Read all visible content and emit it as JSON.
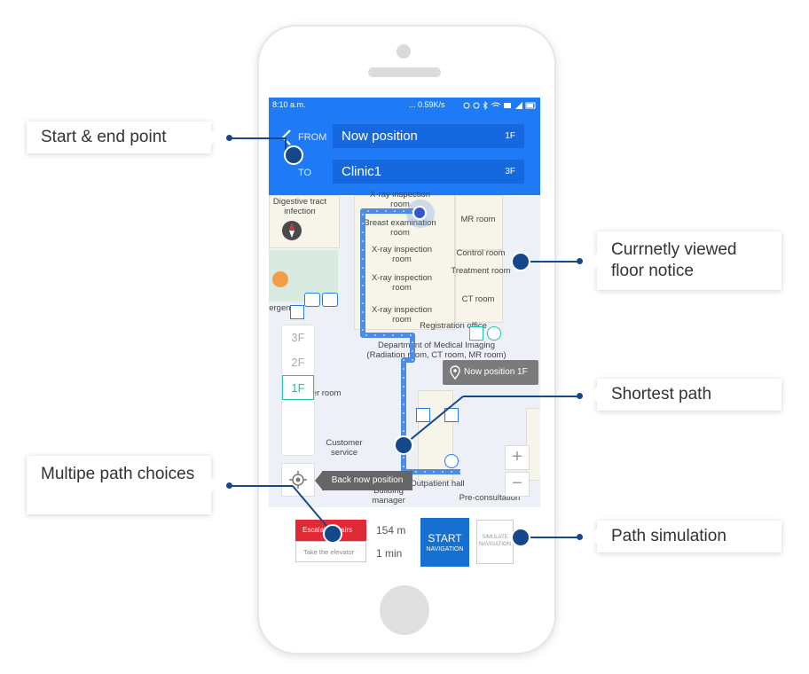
{
  "status_bar": {
    "time": "8:10 a.m.",
    "network": "... 0.59K/s",
    "icons": "signal-wifi-battery-icons"
  },
  "route": {
    "from_label": "FROM",
    "to_label": "TO",
    "from_value": "Now position",
    "from_floor": "1F",
    "to_value": "Clinic1",
    "to_floor": "3F"
  },
  "map": {
    "rooms": [
      "Digestive tract",
      "infection",
      "X-ray inspection",
      "room",
      "Breast examination",
      "room",
      "MR room",
      "X-ray inspection",
      "room",
      "Control room",
      "Treatment room",
      "X-ray inspection",
      "room",
      "CT room",
      "X-ray inspection",
      "room",
      "Registration office",
      "Emergency",
      "Department of Medical Imaging",
      "(Radiation room, CT room, MR room)",
      "Locker room",
      "Customer",
      "service",
      "Outpatient hall",
      "Building",
      "manager",
      "Pre-consultation"
    ],
    "floor_notice": "Now position 1F",
    "floors": [
      "3F",
      "2F",
      "1F"
    ],
    "active_floor": "1F",
    "back_now_position": "Back now position",
    "zoom_in": "+",
    "zoom_out": "−"
  },
  "bottom": {
    "option_primary": "Escalator Stairs",
    "option_secondary": "Take the elevator",
    "distance": "154 m",
    "time": "1 min",
    "start_line1": "START",
    "start_line2": "NAVIGATION",
    "simulate_line1": "SIMULATE",
    "simulate_line2": "NAVIGATION"
  },
  "callouts": {
    "start_end": "Start & end point",
    "floor_notice": "Currnetly viewed floor notice",
    "shortest_path": "Shortest path",
    "multiple_paths": "Multipe path choices",
    "path_simulation": "Path simulation"
  },
  "colors": {
    "header_blue": "#1e7bf5",
    "path_blue": "#4b8de6",
    "annotation_navy": "#15488a",
    "escalator_red": "#e02b36",
    "active_floor_teal": "#20c4a8",
    "start_button": "#1670d0"
  }
}
